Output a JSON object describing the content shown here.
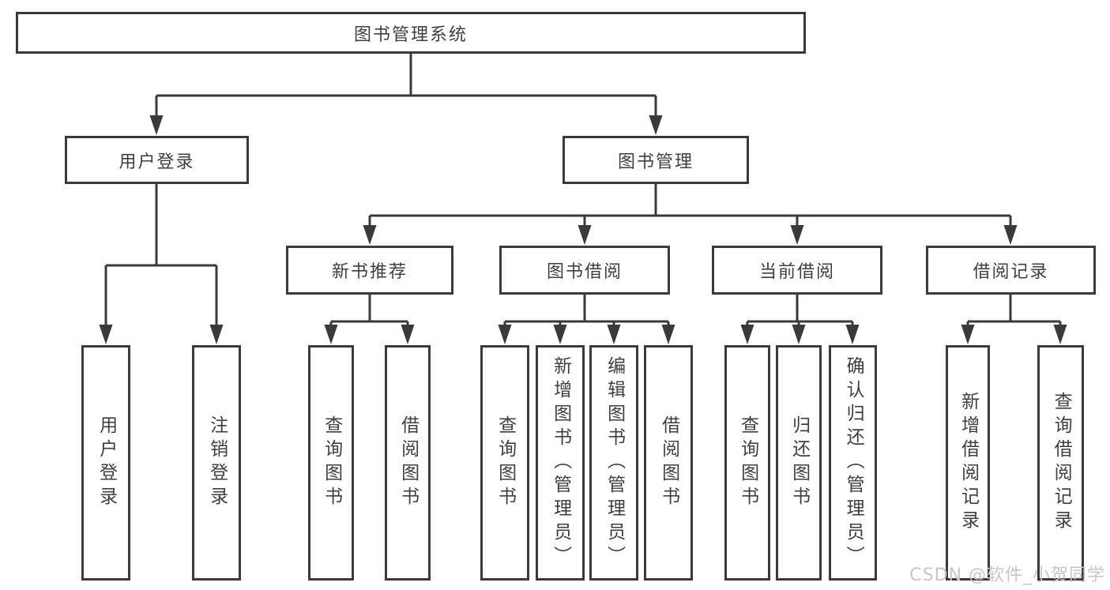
{
  "tree": {
    "root": "图书管理系统",
    "branches": [
      {
        "label": "用户登录",
        "children": [
          "用户登录",
          "注销登录"
        ]
      },
      {
        "label": "图书管理",
        "groups": [
          {
            "label": "新书推荐",
            "children": [
              "查询图书",
              "借阅图书"
            ]
          },
          {
            "label": "图书借阅",
            "children": [
              "查询图书",
              "新增图书（管理员）",
              "编辑图书（管理员）",
              "借阅图书"
            ]
          },
          {
            "label": "当前借阅",
            "children": [
              "查询图书",
              "归还图书",
              "确认归还（管理员）"
            ]
          },
          {
            "label": "借阅记录",
            "children": [
              "新增借阅记录",
              "查询借阅记录"
            ]
          }
        ]
      }
    ]
  },
  "watermark": "CSDN @软件_小贺同学",
  "colors": {
    "line": "#3a3a3a",
    "text": "#3f3f3f",
    "watermark": "#c6c6c6",
    "background": "#ffffff"
  }
}
